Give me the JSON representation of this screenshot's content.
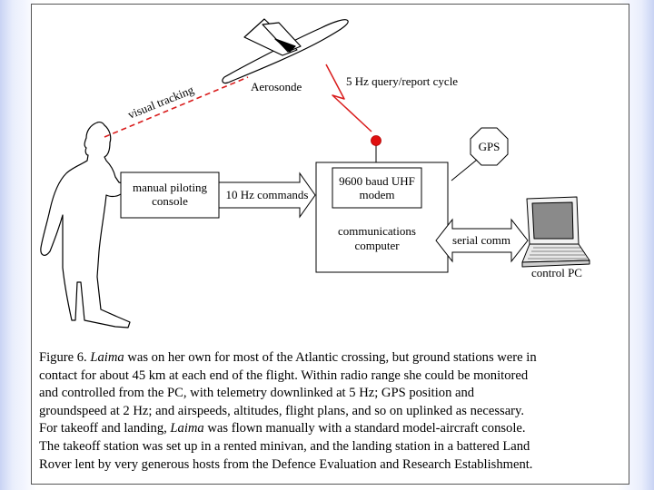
{
  "diagram": {
    "labels": {
      "visual_tracking": "visual tracking",
      "aerosonde": "Aerosonde",
      "query_cycle": "5 Hz query/report cycle",
      "gps": "GPS",
      "manual_console_line1": "manual piloting",
      "manual_console_line2": "console",
      "commands": "10 Hz commands",
      "modem_line1": "9600 baud UHF",
      "modem_line2": "modem",
      "comm_line1": "communications",
      "comm_line2": "computer",
      "serial": "serial comm",
      "control_pc": "control PC"
    }
  },
  "caption": {
    "lines": [
      [
        "Figure 6. ",
        "Laima",
        " was on her own for most of the Atlantic crossing, but ground stations were in"
      ],
      [
        "contact for about 45 km at each end of the flight.  Within radio range she could be monitored"
      ],
      [
        "and controlled from the PC, with telemetry downlinked at 5 Hz; GPS position and"
      ],
      [
        "groundspeed at 2 Hz; and airspeeds, altitudes, flight plans, and so on uplinked as necessary."
      ],
      [
        "For takeoff and landing, ",
        "Laima",
        " was flown manually with a standard model-aircraft console."
      ],
      [
        "The takeoff station was set up in a rented minivan, and the landing station in a battered Land"
      ],
      [
        "Rover lent by very generous hosts from the Defence Evaluation and Research Establishment."
      ]
    ]
  }
}
